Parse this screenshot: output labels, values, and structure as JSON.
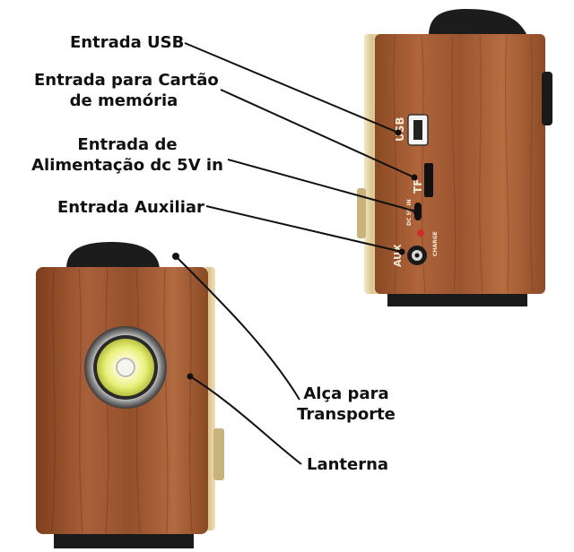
{
  "callouts": {
    "usb": {
      "text": "Entrada USB"
    },
    "memory_card": {
      "line1": "Entrada para Cartão",
      "line2": "de memória"
    },
    "power": {
      "line1": "Entrada de",
      "line2": "Alimentação dc 5V in"
    },
    "aux": {
      "text": "Entrada Auxiliar"
    },
    "handle": {
      "line1": "Alça para",
      "line2": "Transporte"
    },
    "flashlight": {
      "text": "Lanterna"
    }
  },
  "device_markings": {
    "usb": "USB",
    "tf": "TF",
    "dc": "DC 5V IN",
    "aux": "AUX",
    "charge": "CHARGE"
  },
  "colors": {
    "wood": "#a0522d",
    "wood_dark": "#6e3416",
    "trim": "#e8d9b0",
    "rubber": "#1a1a1a",
    "led": "#fffbe0"
  }
}
